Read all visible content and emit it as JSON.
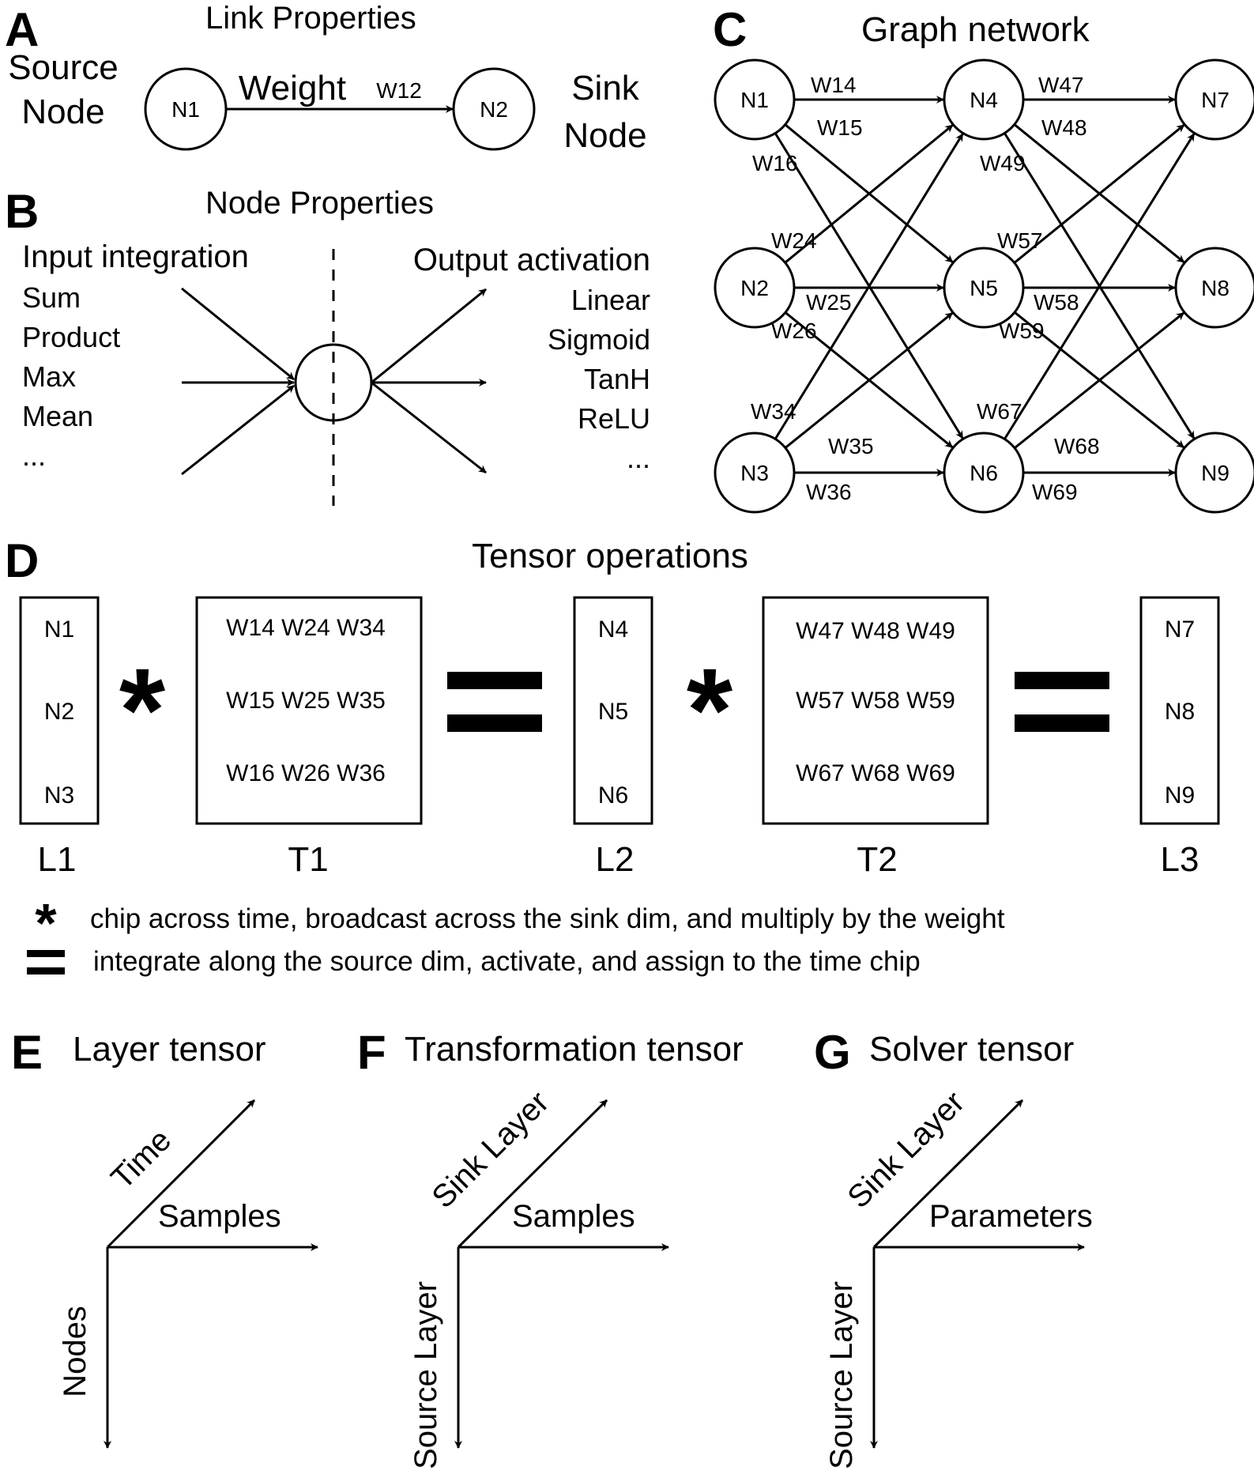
{
  "panels": {
    "a": {
      "label": "A",
      "title": "Link Properties",
      "source_line1": "Source",
      "source_line2": "Node",
      "sink_line1": "Sink",
      "sink_line2": "Node",
      "weight_label": "Weight",
      "weight_id": "W12",
      "node_source": "N1",
      "node_sink": "N2"
    },
    "b": {
      "label": "B",
      "title": "Node Properties",
      "input_title": "Input integration",
      "inputs": [
        "Sum",
        "Product",
        "Max",
        "Mean",
        "..."
      ],
      "output_title": "Output activation",
      "outputs": [
        "Linear",
        "Sigmoid",
        "TanH",
        "ReLU",
        "..."
      ]
    },
    "c": {
      "label": "C",
      "title": "Graph network",
      "nodes": [
        "N1",
        "N2",
        "N3",
        "N4",
        "N5",
        "N6",
        "N7",
        "N8",
        "N9"
      ],
      "weights": [
        "W14",
        "W15",
        "W16",
        "W24",
        "W25",
        "W26",
        "W34",
        "W35",
        "W36",
        "W47",
        "W48",
        "W49",
        "W57",
        "W58",
        "W59",
        "W67",
        "W68",
        "W69"
      ]
    },
    "d": {
      "label": "D",
      "title": "Tensor operations",
      "l1": [
        "N1",
        "N2",
        "N3"
      ],
      "t1": [
        "W14 W24 W34",
        "W15 W25 W35",
        "W16 W26 W36"
      ],
      "l2": [
        "N4",
        "N5",
        "N6"
      ],
      "t2": [
        "W47 W48 W49",
        "W57 W58 W59",
        "W67 W68 W69"
      ],
      "l3": [
        "N7",
        "N8",
        "N9"
      ],
      "captions": [
        "L1",
        "T1",
        "L2",
        "T2",
        "L3"
      ],
      "op_multiply": "*",
      "legend_multiply": "chip across time, broadcast across the sink dim, and multiply by the weight",
      "legend_equals": "integrate along the source dim, activate, and assign to the time chip"
    },
    "e": {
      "label": "E",
      "title": "Layer tensor",
      "diag": "Time",
      "right": "Samples",
      "down": "Nodes"
    },
    "f": {
      "label": "F",
      "title": "Transformation tensor",
      "diag": "Sink Layer",
      "right": "Samples",
      "down": "Source Layer"
    },
    "g": {
      "label": "G",
      "title": "Solver tensor",
      "diag": "Sink Layer",
      "right": "Parameters",
      "down": "Source Layer"
    }
  }
}
